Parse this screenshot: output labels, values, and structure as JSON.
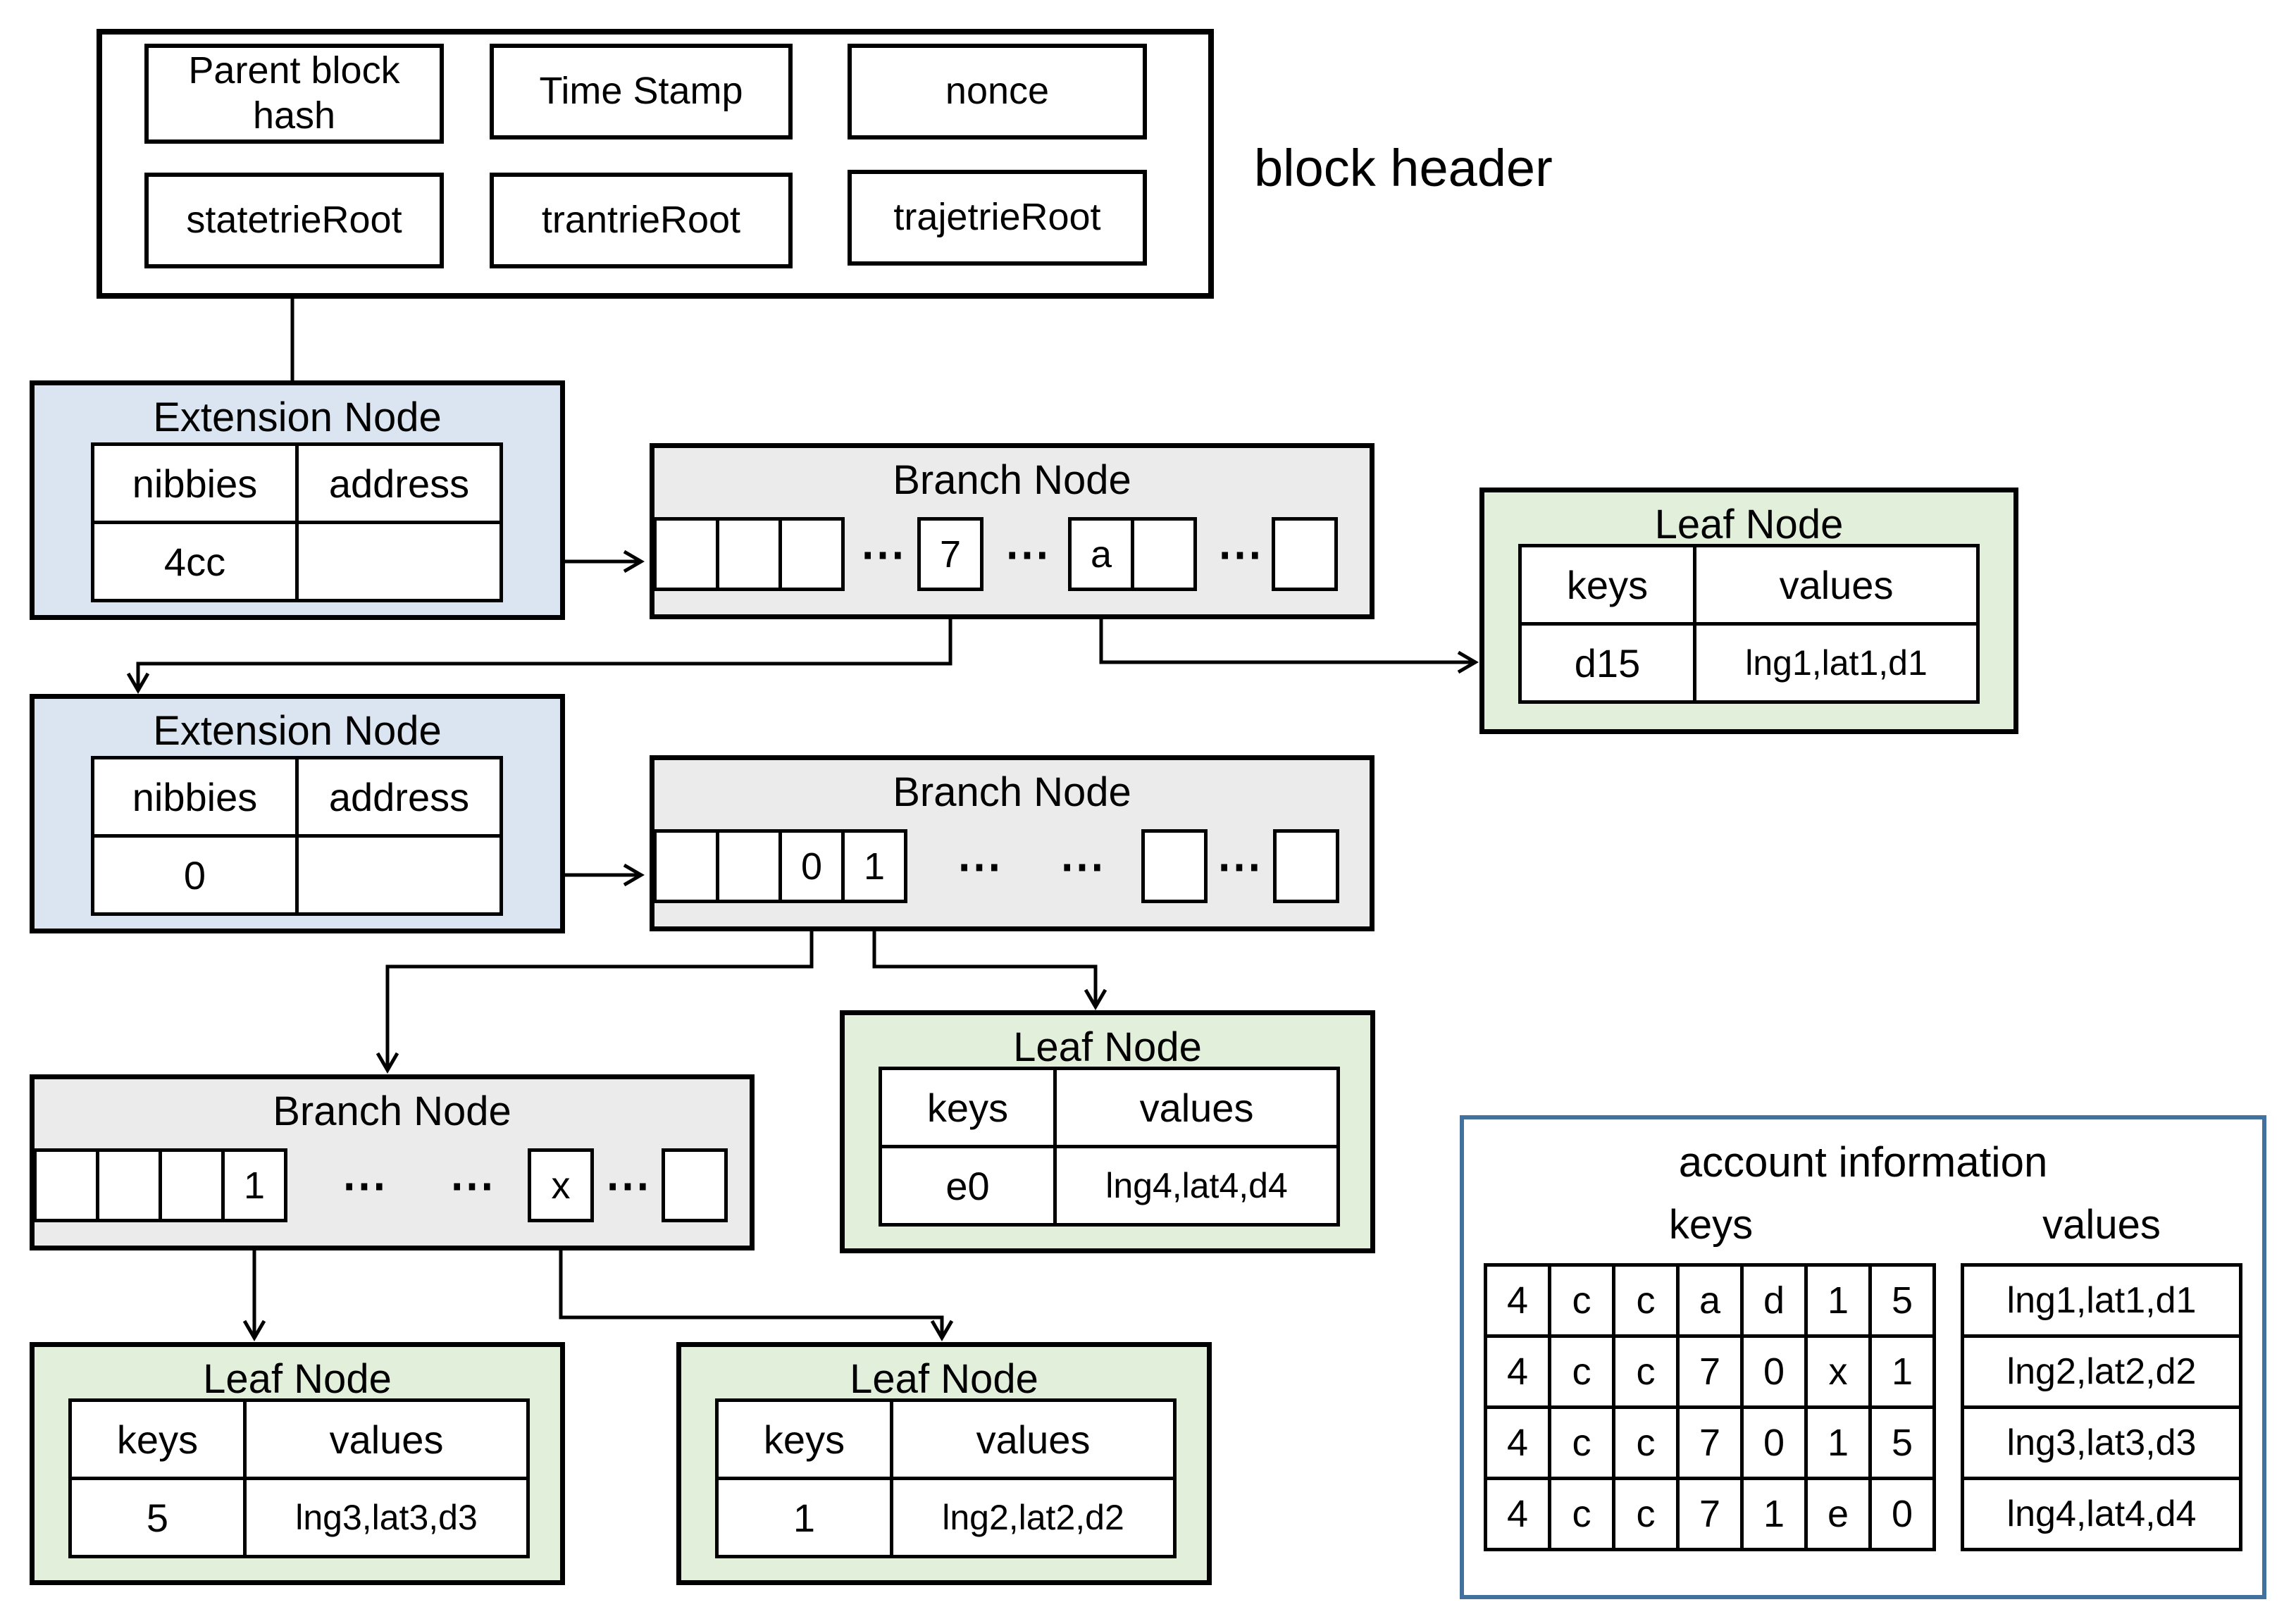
{
  "ui": {
    "ellipsis": "⋯"
  },
  "block_header": {
    "label": "block header",
    "fields": {
      "parent_block_hash": "Parent block hash",
      "time_stamp": "Time Stamp",
      "nonce": "nonce",
      "statetrie_root": "statetrieRoot",
      "trantrie_root": "trantrieRoot",
      "trajetrie_root": "trajetrieRoot"
    }
  },
  "extension_nodes": [
    {
      "title": "Extension Node",
      "header_nibbles": "nibbies",
      "header_address": "address",
      "nibbles": "4cc",
      "address": ""
    },
    {
      "title": "Extension Node",
      "header_nibbles": "nibbies",
      "header_address": "address",
      "nibbles": "0",
      "address": ""
    }
  ],
  "branch_nodes": [
    {
      "title": "Branch Node",
      "label_a": "7",
      "label_b": "a"
    },
    {
      "title": "Branch Node",
      "label_a": "0",
      "label_b": "1"
    },
    {
      "title": "Branch Node",
      "label_a": "1",
      "label_b": "x"
    }
  ],
  "leaf_nodes": [
    {
      "title": "Leaf Node",
      "header_keys": "keys",
      "header_values": "values",
      "key": "d15",
      "value": "lng1,lat1,d1"
    },
    {
      "title": "Leaf Node",
      "header_keys": "keys",
      "header_values": "values",
      "key": "e0",
      "value": "lng4,lat4,d4"
    },
    {
      "title": "Leaf Node",
      "header_keys": "keys",
      "header_values": "values",
      "key": "5",
      "value": "lng3,lat3,d3"
    },
    {
      "title": "Leaf Node",
      "header_keys": "keys",
      "header_values": "values",
      "key": "1",
      "value": "lng2,lat2,d2"
    }
  ],
  "account_info": {
    "title": "account information",
    "keys_header": "keys",
    "values_header": "values",
    "rows": [
      {
        "keys": [
          "4",
          "c",
          "c",
          "a",
          "d",
          "1",
          "5"
        ],
        "value": "lng1,lat1,d1"
      },
      {
        "keys": [
          "4",
          "c",
          "c",
          "7",
          "0",
          "x",
          "1"
        ],
        "value": "lng2,lat2,d2"
      },
      {
        "keys": [
          "4",
          "c",
          "c",
          "7",
          "0",
          "1",
          "5"
        ],
        "value": "lng3,lat3,d3"
      },
      {
        "keys": [
          "4",
          "c",
          "c",
          "7",
          "1",
          "e",
          "0"
        ],
        "value": "lng4,lat4,d4"
      }
    ]
  },
  "colors": {
    "extension_fill": "#dbe5f1",
    "branch_fill": "#ebebeb",
    "leaf_fill": "#e2efda",
    "account_border": "#41719c",
    "line": "#000000"
  }
}
